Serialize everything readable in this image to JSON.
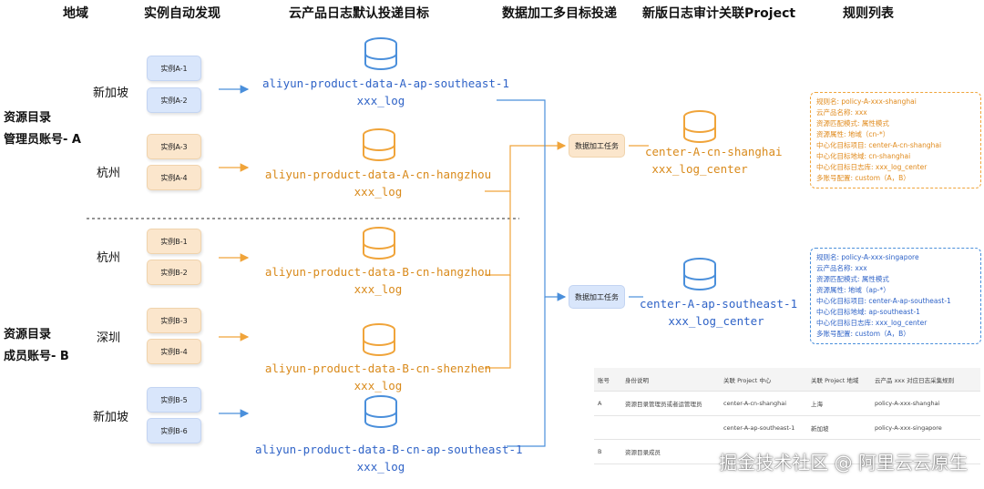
{
  "headers": [
    "地域",
    "实例自动发现",
    "云产品日志默认投递目标",
    "数据加工多目标投递",
    "新版日志审计关联Project",
    "规则列表"
  ],
  "accounts": {
    "a": [
      "资源目录",
      "管理员账号- A"
    ],
    "b": [
      "资源目录",
      "成员账号- B"
    ]
  },
  "regions": [
    "新加坡",
    "杭州",
    "杭州",
    "深圳",
    "新加坡"
  ],
  "instances": [
    "实例A-1",
    "实例A-2",
    "实例A-3",
    "实例A-4",
    "实例B-1",
    "实例B-2",
    "实例B-3",
    "实例B-4",
    "实例B-5",
    "实例B-6"
  ],
  "stores": [
    {
      "project": "aliyun-product-data-A-ap-southeast-1",
      "logstore": "xxx_log"
    },
    {
      "project": "aliyun-product-data-A-cn-hangzhou",
      "logstore": "xxx_log"
    },
    {
      "project": "aliyun-product-data-B-cn-hangzhou",
      "logstore": "xxx_log"
    },
    {
      "project": "aliyun-product-data-B-cn-shenzhen",
      "logstore": "xxx_log"
    },
    {
      "project": "aliyun-product-data-B-cn-ap-southeast-1",
      "logstore": "xxx_log"
    }
  ],
  "tasks": [
    "数据加工任务",
    "数据加工任务"
  ],
  "centers": [
    {
      "project": "center-A-cn-shanghai",
      "logstore": "xxx_log_center"
    },
    {
      "project": "center-A-ap-southeast-1",
      "logstore": "xxx_log_center"
    }
  ],
  "rules": [
    [
      "规则名: policy-A-xxx-shanghai",
      "云产品名称: xxx",
      "资源匹配模式: 属性模式",
      "资源属性: 地域（cn-*）",
      "中心化目标项目: center-A-cn-shanghai",
      "中心化目标地域: cn-shanghai",
      "中心化目标日志库: xxx_log_center",
      "多账号配置: custom（A，B）"
    ],
    [
      "规则名: policy-A-xxx-singapore",
      "云产品名称: xxx",
      "资源匹配模式: 属性模式",
      "资源属性: 地域（ap-*）",
      "中心化目标项目: center-A-ap-southeast-1",
      "中心化目标地域: ap-southeast-1",
      "中心化目标日志库: xxx_log_center",
      "多账号配置: custom（A，B）"
    ]
  ],
  "table": {
    "headers": [
      "账号",
      "身份说明",
      "关联 Project 中心",
      "关联 Project 地域",
      "云产品 xxx 对应日志采集规则"
    ],
    "rows": [
      [
        "A",
        "资源目录管理员或者运管理员",
        "center-A-cn-shanghai",
        "上海",
        "policy-A-xxx-shanghai"
      ],
      [
        "",
        "",
        "center-A-ap-southeast-1",
        "新加坡",
        "policy-A-xxx-singapore"
      ],
      [
        "B",
        "资源目录成员",
        "",
        "",
        ""
      ]
    ]
  },
  "watermark": "掘金技术社区 @ 阿里云云原生",
  "colors": {
    "blue": "#2f63c7",
    "orange": "#d98a1b",
    "arrow_blue": "#4a8fdb",
    "arrow_orange": "#f0a43a"
  }
}
